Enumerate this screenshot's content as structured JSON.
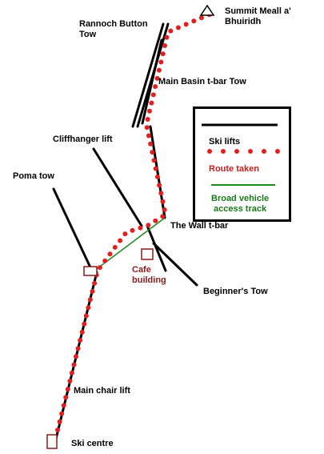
{
  "colors": {
    "lift": "#000000",
    "route": "#e0201e",
    "track": "#1a8a1a",
    "building": "#8b1a1a",
    "legend_route_text": "#c41e1e",
    "legend_track_text": "#1a7a1a"
  },
  "labels": {
    "summit": "Summit Meall a'\nBhuiridh",
    "rannoch": "Rannoch Button\nTow",
    "main_basin": "Main Basin t-bar Tow",
    "cliffhanger": "Cliffhanger lift",
    "poma": "Poma tow",
    "wall": "The Wall t-bar",
    "cafe": "Cafe\nbuilding",
    "beginners": "Beginner's Tow",
    "main_chair": "Main chair lift",
    "ski_centre": "Ski centre"
  },
  "legend": {
    "ski_lifts": "Ski lifts",
    "route_taken": "Route taken",
    "track": "Broad vehicle\naccess track"
  },
  "icons": {
    "summit": "summit-triangle-icon",
    "cafe": "cafe-building-icon",
    "poma_base": "poma-base-building-icon",
    "ski_centre": "ski-centre-building-icon"
  }
}
